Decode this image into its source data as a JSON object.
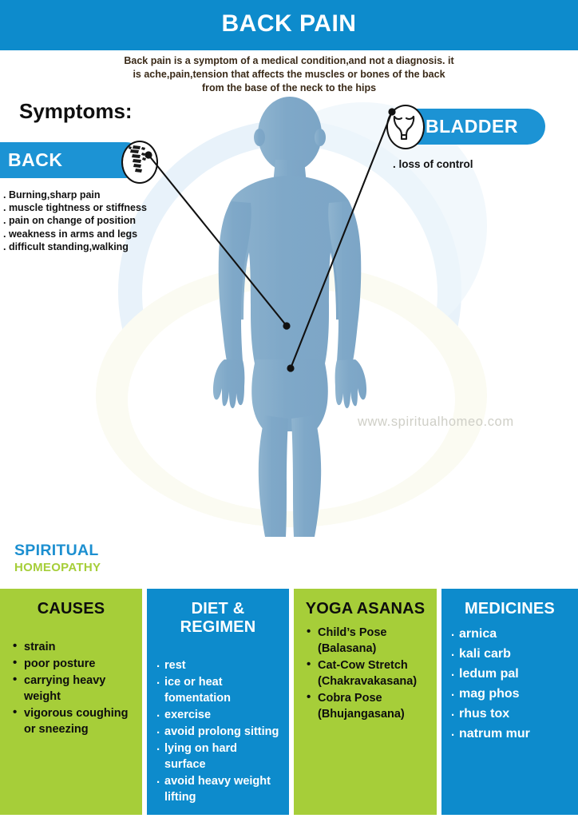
{
  "header": {
    "title": "BACK PAIN",
    "band_color": "#0D8BCC"
  },
  "intro": {
    "line1": "Back pain is a symptom of a medical condition,and not a diagnosis. it",
    "line2": "is ache,pain,tension that affects the muscles or bones of the back",
    "line3": "from the base of the neck to the hips"
  },
  "symptoms": {
    "heading": "Symptoms:",
    "back": {
      "badge_label": "BACK",
      "icon": "spine-icon",
      "items": [
        ". Burning,sharp pain",
        ". muscle tightness or stiffness",
        ". pain on change of position",
        ". weakness in arms and legs",
        ". difficult standing,walking"
      ]
    },
    "bladder": {
      "badge_label": "BLADDER",
      "icon": "bladder-icon",
      "items": [
        ". loss of control"
      ]
    }
  },
  "logo": {
    "line1": "SPIRITUAL",
    "line2": "HOMEOPATHY",
    "color1": "#1C8FD0",
    "color2": "#A6CE39"
  },
  "watermark": "www.spiritualhomeo.com",
  "panels": [
    {
      "title": "CAUSES",
      "theme": "green",
      "bullet": "dot",
      "items": [
        "strain",
        "poor posture",
        "carrying heavy weight",
        "vigorous coughing or sneezing"
      ]
    },
    {
      "title": "DIET & REGIMEN",
      "theme": "blue",
      "bullet": "period",
      "items": [
        "rest",
        "ice or heat fomentation",
        "exercise",
        "avoid prolong sitting",
        "lying on hard surface",
        "avoid heavy weight lifting"
      ]
    },
    {
      "title": "YOGA ASANAS",
      "theme": "green",
      "bullet": "dot",
      "items": [
        "Child’s Pose (Balasana)",
        "Cat-Cow Stretch (Chakravakasana)",
        "Cobra Pose (Bhujangasana)"
      ]
    },
    {
      "title": "MEDICINES",
      "theme": "blue",
      "bullet": "period",
      "items": [
        "arnica",
        "kali carb",
        "ledum pal",
        "mag phos",
        "rhus tox",
        "natrum mur"
      ]
    }
  ],
  "colors": {
    "green": "#A6CE39",
    "blue": "#0D8BCC",
    "badge_blue": "#1C93D4",
    "body_fill": "#7FA8C8"
  }
}
